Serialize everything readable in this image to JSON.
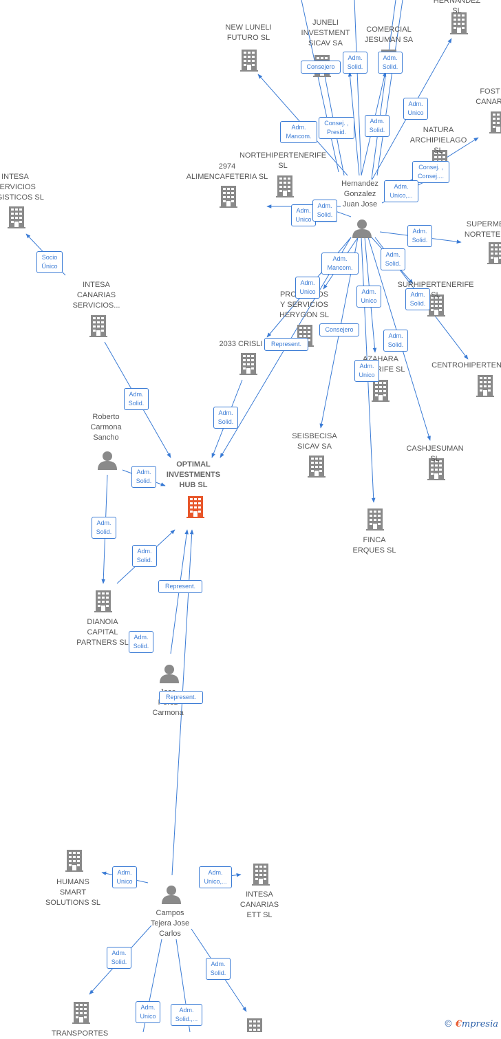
{
  "colors": {
    "company": "#8a8a8a",
    "main": "#e8562a",
    "person": "#8a8a8a",
    "edge": "#3a7bd5"
  },
  "nodes": {
    "hernandez_top": {
      "label": "HERNANDEZ  SL",
      "type": "company"
    },
    "new_luneli": {
      "label": "NEW LUNELI\nFUTURO SL",
      "type": "company"
    },
    "juneli": {
      "label": "JUNELI\nINVESTMENT\nSICAV SA",
      "type": "company"
    },
    "comercial": {
      "label": "COMERCIAL\nJESUMAN SA",
      "type": "company"
    },
    "fost": {
      "label": "FOST\nCANARI",
      "type": "company"
    },
    "natura": {
      "label": "NATURA\nARCHIPIELAGO SL",
      "type": "company"
    },
    "norte": {
      "label": "NORTEHIPERTENERIFE\nSL",
      "type": "company"
    },
    "alimen": {
      "label": "2974\nALIMENCAFETERIA SL",
      "type": "company"
    },
    "intesa_log": {
      "label": "INTESA\nSERVICIOS\nLOGISTICOS  SL",
      "type": "company"
    },
    "superme": {
      "label": "SUPERME\nNORTETEN",
      "type": "company"
    },
    "intesa_can": {
      "label": "INTESA\nCANARIAS\nSERVICIOS...",
      "type": "company"
    },
    "prod": {
      "label": "PRODUCTOS\nY SERVICIOS\nHERYGON  SL",
      "type": "company"
    },
    "surhiper": {
      "label": "SURHIPERTENERIFE SL",
      "type": "company"
    },
    "crisli": {
      "label": "2033 CRISLI",
      "type": "company"
    },
    "azahara": {
      "label": "AZAHARA\nTENERIFE SL",
      "type": "company"
    },
    "centro": {
      "label": "CENTROHIPERTEN",
      "type": "company"
    },
    "optimal": {
      "label": "OPTIMAL\nINVESTMENTS\nHUB  SL",
      "type": "main"
    },
    "seis": {
      "label": "SEISBECISA\nSICAV SA",
      "type": "company"
    },
    "cash": {
      "label": "CASHJESUMAN SL",
      "type": "company"
    },
    "finca": {
      "label": "FINCA\nERQUES  SL",
      "type": "company"
    },
    "dianoia": {
      "label": "DIANOIA\nCAPITAL\nPARTNERS  SL",
      "type": "company"
    },
    "humans": {
      "label": "HUMANS\nSMART\nSOLUTIONS  SL",
      "type": "company"
    },
    "intesa_ett": {
      "label": "INTESA\nCANARIAS\nETT SL",
      "type": "company"
    },
    "transp": {
      "label": "TRANSPORTES",
      "type": "company"
    },
    "bottom_right": {
      "label": "",
      "type": "company"
    },
    "hernandez_p": {
      "label": "Hernandez\nGonzalez\nJuan Jose",
      "type": "person"
    },
    "roberto": {
      "label": "Roberto\nCarmona\nSancho",
      "type": "person"
    },
    "jose_perez": {
      "label": "Jose\nPerez\nCarmona",
      "type": "person"
    },
    "campos": {
      "label": "Campos\nTejera Jose\nCarlos",
      "type": "person"
    }
  },
  "tags": {
    "t_consejero_juneli": "Consejero",
    "t_adm_solid_1": "Adm.\nSolid.",
    "t_adm_solid_2": "Adm.\nSolid.",
    "t_adm_unico_her": "Adm.\nUnico",
    "t_consej_presid": "Consej. ,\nPresid.",
    "t_adm_solid_3": "Adm.\nSolid.",
    "t_adm_mancom_1": "Adm.\nMancom.",
    "t_consej_natura": "Consej. ,\nConsej....",
    "t_adm_unico_dots": "Adm.\nUnico,...",
    "t_adm_unico_alim": "Adm.\nUnico",
    "t_adm_solid_norte": "Adm.\nSolid.",
    "t_adm_solid_sup": "Adm.\nSolid.",
    "t_socio_unico": "Socio\nÚnico",
    "t_adm_mancom_2": "Adm.\nMancom.",
    "t_adm_solid_sur": "Adm.\nSolid.",
    "t_adm_unico_prod": "Adm.\nUnico",
    "t_adm_unico_az": "Adm.\nUnico",
    "t_adm_solid_centro": "Adm.\nSolid.",
    "t_consejero_seis": "Consejero",
    "t_represent_1": "Represent.",
    "t_adm_solid_cash": "Adm.\nSolid.",
    "t_adm_unico_finca": "Adm.\nUnico",
    "t_adm_solid_intesa": "Adm.\nSolid.",
    "t_adm_solid_crisli": "Adm.\nSolid.",
    "t_adm_solid_rob": "Adm.\nSolid.",
    "t_adm_solid_rob_d": "Adm.\nSolid.",
    "t_adm_solid_dian": "Adm.\nSolid.",
    "t_represent_2": "Represent.",
    "t_adm_solid_dian2": "Adm.\nSolid.",
    "t_represent_3": "Represent.",
    "t_adm_unico_humans": "Adm.\nUnico",
    "t_adm_unico_ett": "Adm.\nUnico,...",
    "t_adm_solid_transp": "Adm.\nSolid.",
    "t_adm_solid_br": "Adm.\nSolid.",
    "t_adm_unico_b1": "Adm.\nUnico",
    "t_adm_solid_b2": "Adm.\nSolid.,..."
  },
  "brand": {
    "copyright": "©",
    "name_first": "€",
    "name_rest": "mpresia"
  }
}
